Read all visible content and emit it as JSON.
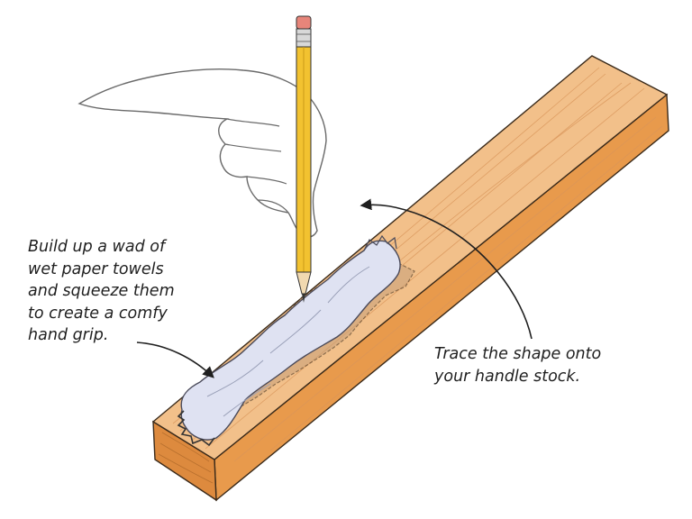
{
  "annotations": {
    "left": {
      "lines": [
        "Build up a wad of",
        "wet paper towels",
        "and squeeze them",
        "to create a comfy",
        "hand grip."
      ]
    },
    "right": {
      "lines": [
        "Trace the shape onto",
        "your handle stock."
      ]
    }
  },
  "colors": {
    "wood_top": "#f2c08a",
    "wood_front": "#e89a4c",
    "wood_end": "#dd8a3e",
    "towel": "#dfe2f2",
    "pencil_body": "#f2c230",
    "eraser": "#e7857a",
    "ink": "#1f1f1f"
  }
}
